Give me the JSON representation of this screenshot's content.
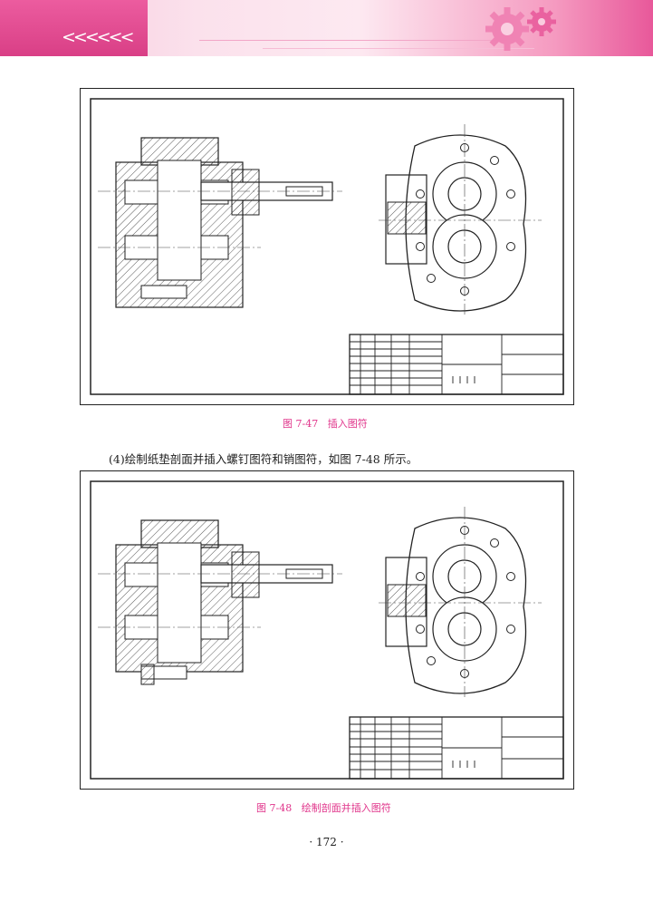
{
  "header": {
    "chevrons": "<<<<<<",
    "gear_icon": "gear-icon"
  },
  "figures": [
    {
      "caption_num": "图 7-47",
      "caption_text": "插入图符"
    },
    {
      "caption_num": "图 7-48",
      "caption_text": "绘制剖面并插入图符"
    }
  ],
  "body_text": "(4)绘制纸垫剖面并插入螺钉图符和销图符，如图 7-48 所示。",
  "page_number": "· 172 ·",
  "colors": {
    "accent": "#e0338a",
    "header_pink": "#ec5c9f"
  }
}
